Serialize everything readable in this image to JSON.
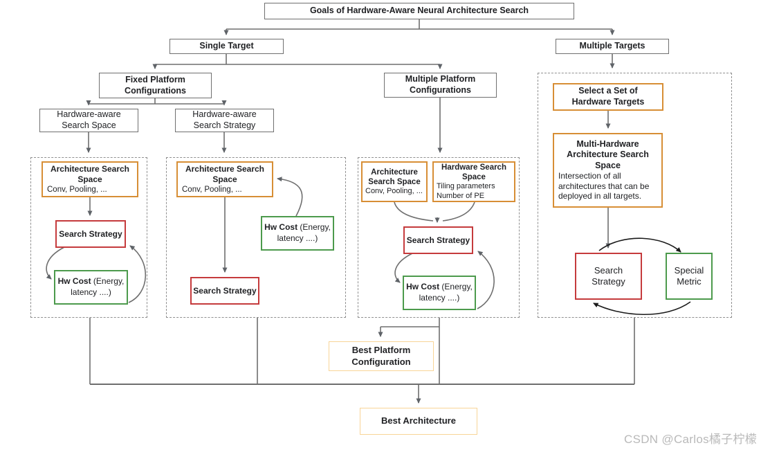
{
  "diagram_title": "Goals of Hardware-Aware Neural Architecture Search",
  "colors": {
    "orange_border": "#d78e35",
    "red_border": "#c53a3c",
    "green_border": "#4c9a4c",
    "light_orange_border": "#f8d497",
    "gray_line": "#6e6e6e",
    "black_line": "#1a1a1a",
    "dashed_border": "#8f8f8f"
  },
  "tree": {
    "single_target": "Single Target",
    "multiple_targets": "Multiple Targets",
    "fixed_platform": "Fixed Platform\nConfigurations",
    "multiple_platform": "Multiple Platform\nConfigurations",
    "hw_aware_space": "Hardware-aware\nSearch Space",
    "hw_aware_strategy": "Hardware-aware\nSearch Strategy"
  },
  "panel1": {
    "arch_space": {
      "title": "Architecture Search\nSpace",
      "sub": "Conv, Pooling, ..."
    },
    "search_strategy": "Search Strategy",
    "hw_cost": {
      "bold": "Hw Cost",
      "rest": " (Energy,",
      "line2": "latency ....)"
    }
  },
  "panel2": {
    "arch_space": {
      "title": "Architecture Search\nSpace",
      "sub": "Conv, Pooling, ..."
    },
    "search_strategy": "Search Strategy",
    "hw_cost": {
      "bold": "Hw Cost",
      "rest": " (Energy,",
      "line2": "latency ....)"
    }
  },
  "panel3": {
    "arch_space": {
      "title": "Architecture\nSearch Space",
      "sub": "Conv, Pooling, ..."
    },
    "hw_space": {
      "title": "Hardware Search\nSpace",
      "sub": "Tiling parameters\nNumber of PE"
    },
    "search_strategy": "Search Strategy",
    "hw_cost": {
      "bold": "Hw Cost",
      "rest": " (Energy,",
      "line2": "latency ....)"
    }
  },
  "panel4": {
    "select_targets": "Select a Set of\nHardware Targets",
    "multi_hw": {
      "title": "Multi-Hardware\nArchitecture Search\nSpace",
      "sub": "Intersection of all\narchitectures that can be\ndeployed in all targets."
    },
    "search_strategy": "Search\nStrategy",
    "special_metric": "Special\nMetric"
  },
  "outputs": {
    "best_platform": "Best Platform\nConfiguration",
    "best_architecture": "Best Architecture"
  },
  "watermark": "CSDN @Carlos橘子柠檬"
}
